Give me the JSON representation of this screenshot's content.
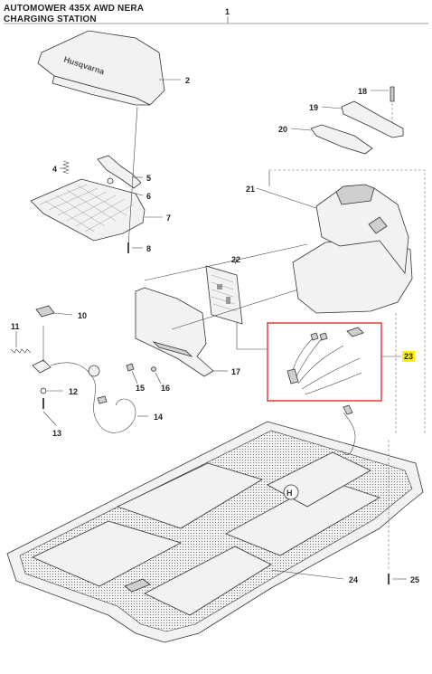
{
  "header": {
    "line1": "AUTOMOWER 435X AWD NERA",
    "line2": "CHARGING STATION"
  },
  "callouts": {
    "c1": "1",
    "c2": "2",
    "c4": "4",
    "c5": "5",
    "c6": "6",
    "c7": "7",
    "c8": "8",
    "c10": "10",
    "c11": "11",
    "c12": "12",
    "c13": "13",
    "c14": "14",
    "c15": "15",
    "c16": "16",
    "c17": "17",
    "c18": "18",
    "c19": "19",
    "c20": "20",
    "c21": "21",
    "c22": "22",
    "c23": "23",
    "c24": "24",
    "c25": "25"
  },
  "highlight": {
    "label": "23",
    "color": "#fff200",
    "box_color": "#e03030"
  },
  "logo_text": "Husqvarna"
}
